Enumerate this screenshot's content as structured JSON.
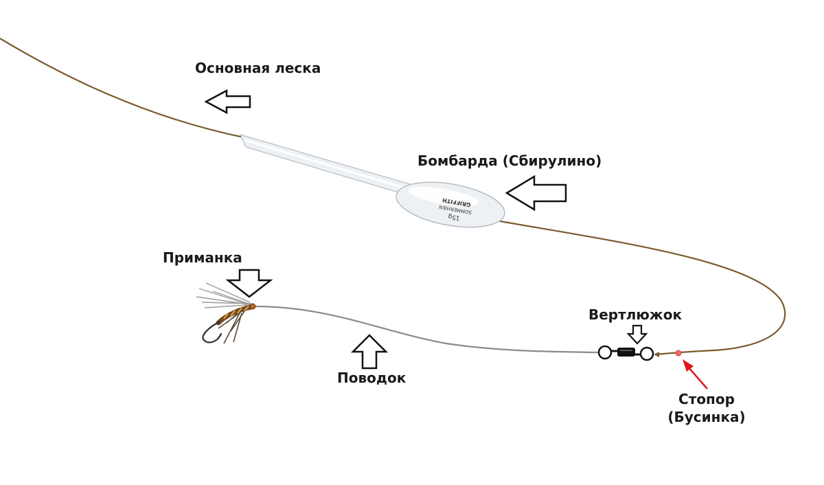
{
  "labels": {
    "main_line": "Основная леска",
    "bombarda": "Бомбарда (Сбирулино)",
    "lure": "Приманка",
    "swivel": "Вертлюжок",
    "leader": "Поводок",
    "stopper_line1": "Стопор",
    "stopper_line2": "(Бусинка)"
  },
  "float_marking": {
    "line1": "15g",
    "line2": "SOMMERHIEN",
    "line3": "GRIFFITH"
  },
  "colors": {
    "main_line": "#7a5a2c",
    "leader": "#8a8a8a",
    "float": "#eef1f4",
    "float_edge": "#b5bcc4",
    "stopper_arrow": "#e0141c",
    "stopper_bead": "#f06a6a",
    "arrow_outline": "#111111"
  },
  "icons": [
    "left-arrow-icon",
    "down-arrow-icon",
    "up-arrow-icon",
    "diagonal-arrow-icon",
    "fly-lure-icon",
    "swivel-icon"
  ]
}
